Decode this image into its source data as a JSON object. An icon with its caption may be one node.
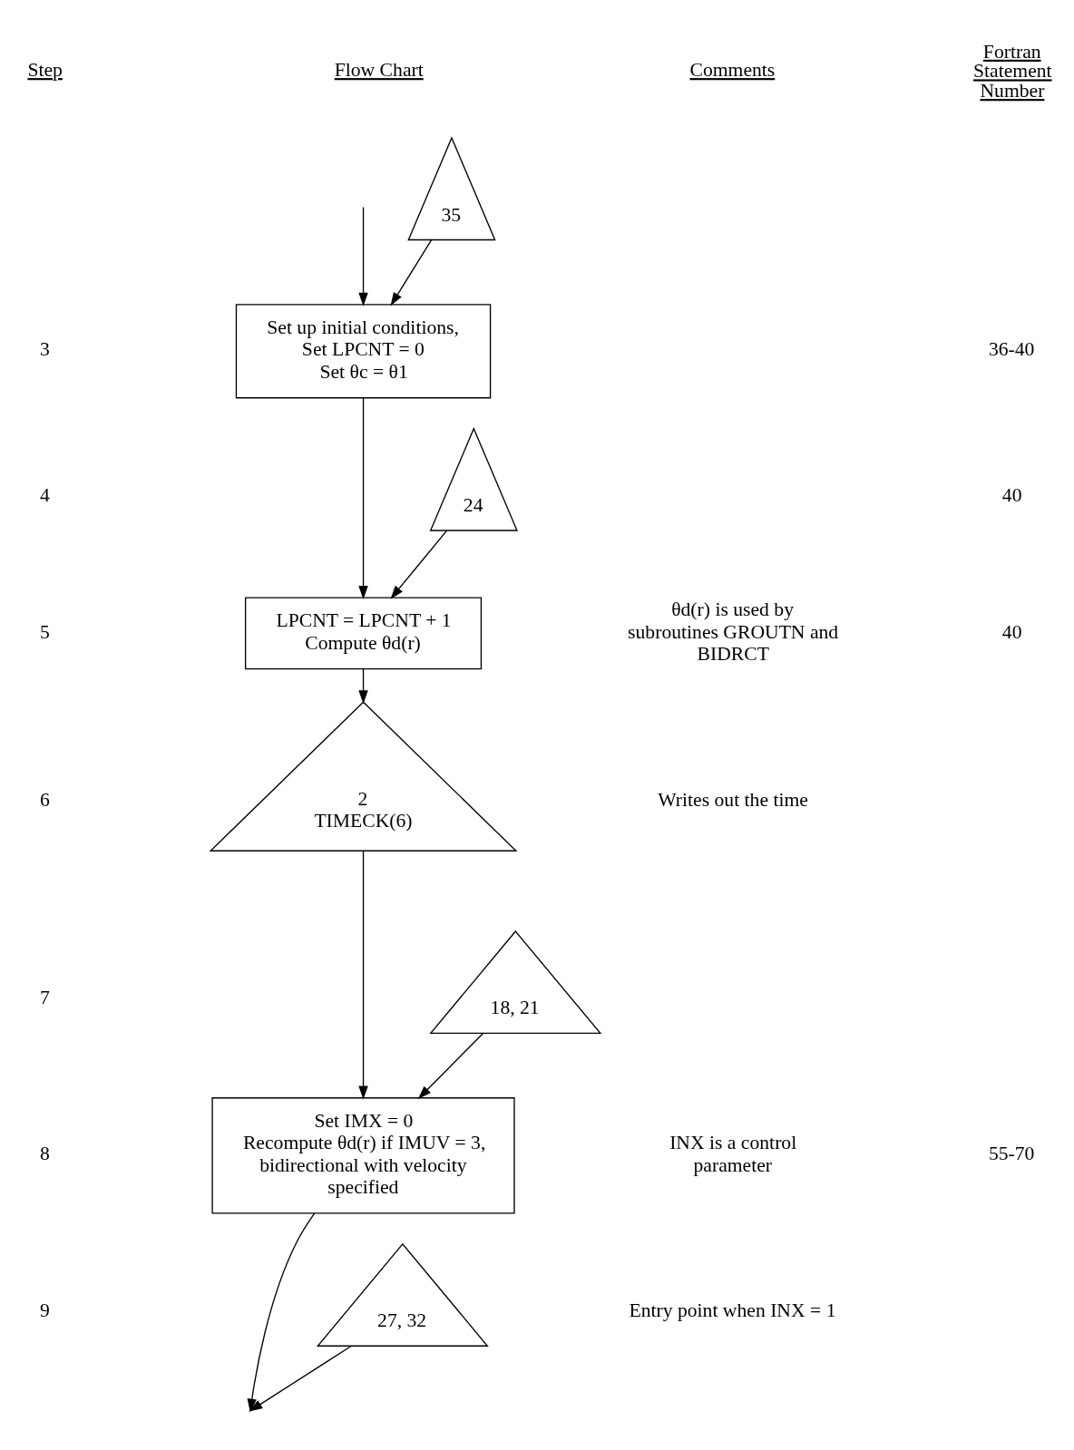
{
  "diagram": {
    "nodes": [
      {
        "text": [
          "35"
        ]
      },
      {
        "text": [
          "Set up initial conditions,",
          "Set LPCNT = 0",
          "Set θc = θ1"
        ]
      },
      {
        "text": [
          "24"
        ]
      },
      {
        "text": [
          "LPCNT = LPCNT + 1",
          "Compute θd(r)"
        ]
      },
      {
        "text": [
          "2",
          "TIMECK(6)"
        ]
      },
      {
        "text": [
          "18, 21"
        ]
      },
      {
        "text": [
          "Set IMX = 0",
          "Recompute θd(r) if IMUV = 3, bidirectional with velocity specified"
        ]
      },
      {
        "text": [
          "27, 32"
        ]
      }
    ],
    "edges": [
      {
        "from": null,
        "to": 1,
        "arrow": "to"
      },
      {
        "from": 0,
        "to": 1,
        "arrow": "to"
      },
      {
        "from": 1,
        "to": 3,
        "arrow": "to"
      },
      {
        "from": 2,
        "to": 3,
        "arrow": "to"
      },
      {
        "from": 3,
        "to": 4,
        "arrow": "to"
      },
      {
        "from": 4,
        "to": 6,
        "arrow": "to"
      },
      {
        "from": 5,
        "to": 6,
        "arrow": "to"
      },
      {
        "from": 6,
        "to": null,
        "arrow": "to"
      },
      {
        "from": 7,
        "to": null,
        "arrow": "to"
      }
    ],
    "labels": [
      "Step",
      "Flow Chart",
      "Comments",
      "Fortran Statement Number",
      "3",
      "36-40",
      "4",
      "40",
      "5",
      "θd(r) is used by subroutines GROUTN and BIDRCT",
      "40",
      "6",
      "Writes out the time",
      "7",
      "8",
      "INX is a control parameter",
      "55-70",
      "9",
      "Entry point when INX = 1"
    ]
  }
}
